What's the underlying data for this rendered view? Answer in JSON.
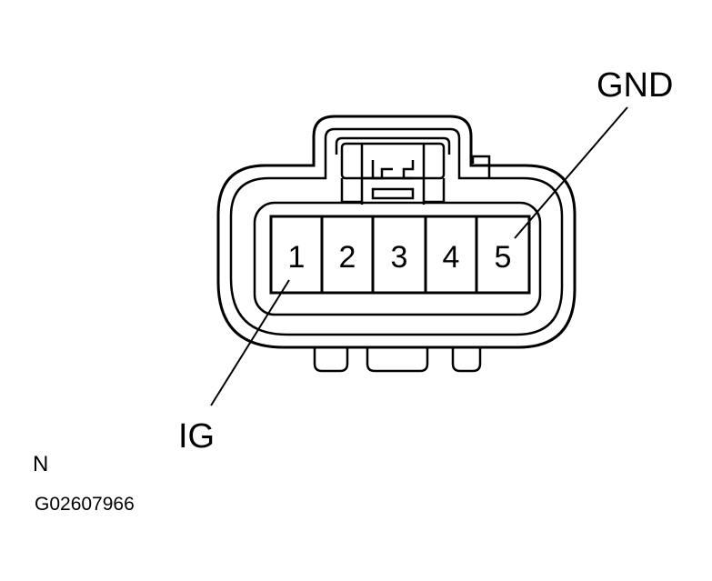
{
  "connector": {
    "pins": [
      "1",
      "2",
      "3",
      "4",
      "5"
    ]
  },
  "callouts": {
    "top_right": "GND",
    "bottom_left": "IG"
  },
  "footer": {
    "letter": "N",
    "figure_code": "G02607966"
  }
}
